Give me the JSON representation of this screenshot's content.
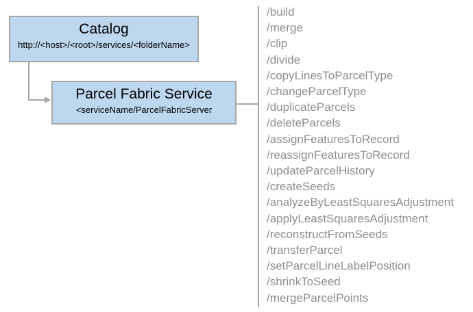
{
  "diagram": {
    "catalog": {
      "title": "Catalog",
      "subtitle": "http://<host>/<root>/services/<folderName>"
    },
    "service": {
      "title": "Parcel Fabric Service",
      "subtitle": "<serviceName/ParcelFabricServer"
    },
    "endpoints": [
      "/build",
      "/merge",
      "/clip",
      "/divide",
      "/copyLinesToParcelType",
      "/changeParcelType",
      "/duplicateParcels",
      "/deleteParcels",
      "/assignFeaturesToRecord",
      "/reassignFeaturesToRecord",
      "/updateParcelHistory",
      "/createSeeds",
      "/analyzeByLeastSquaresAdjustment",
      "/applyLeastSquaresAdjustment",
      "/reconstructFromSeeds",
      "/transferParcel",
      "/setParcelLineLabelPosition",
      "/shrinkToSeed",
      "/mergeParcelPoints"
    ],
    "colors": {
      "box_fill": "#bdd7ee",
      "box_border": "#a6a6a6",
      "connector": "#a6a6a6",
      "endpoint_text": "#8e8e8e",
      "title_text": "#000000"
    }
  }
}
